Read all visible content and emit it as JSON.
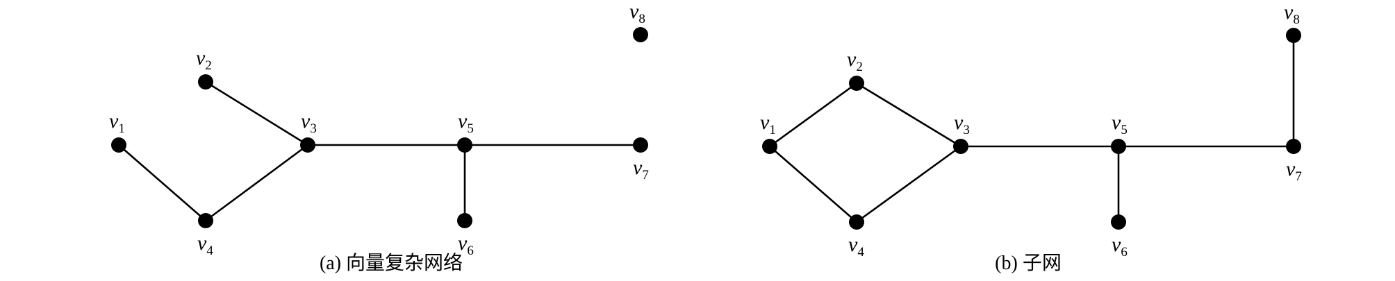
{
  "panels": [
    {
      "id": "a",
      "caption": "(a) 向量复杂网络",
      "nodes": [
        {
          "id": "v1",
          "base": "v",
          "sub": "1"
        },
        {
          "id": "v2",
          "base": "v",
          "sub": "2"
        },
        {
          "id": "v3",
          "base": "v",
          "sub": "3"
        },
        {
          "id": "v4",
          "base": "v",
          "sub": "4"
        },
        {
          "id": "v5",
          "base": "v",
          "sub": "5"
        },
        {
          "id": "v6",
          "base": "v",
          "sub": "6"
        },
        {
          "id": "v7",
          "base": "v",
          "sub": "7"
        },
        {
          "id": "v8",
          "base": "v",
          "sub": "8"
        }
      ],
      "edges": [
        [
          "v1",
          "v4"
        ],
        [
          "v4",
          "v3"
        ],
        [
          "v2",
          "v3"
        ],
        [
          "v3",
          "v5"
        ],
        [
          "v5",
          "v7"
        ],
        [
          "v5",
          "v6"
        ]
      ]
    },
    {
      "id": "b",
      "caption": "(b) 子网",
      "nodes": [
        {
          "id": "v1",
          "base": "v",
          "sub": "1"
        },
        {
          "id": "v2",
          "base": "v",
          "sub": "2"
        },
        {
          "id": "v3",
          "base": "v",
          "sub": "3"
        },
        {
          "id": "v4",
          "base": "v",
          "sub": "4"
        },
        {
          "id": "v5",
          "base": "v",
          "sub": "5"
        },
        {
          "id": "v6",
          "base": "v",
          "sub": "6"
        },
        {
          "id": "v7",
          "base": "v",
          "sub": "7"
        },
        {
          "id": "v8",
          "base": "v",
          "sub": "8"
        }
      ],
      "edges": [
        [
          "v1",
          "v2"
        ],
        [
          "v1",
          "v4"
        ],
        [
          "v2",
          "v3"
        ],
        [
          "v4",
          "v3"
        ],
        [
          "v3",
          "v5"
        ],
        [
          "v5",
          "v7"
        ],
        [
          "v5",
          "v6"
        ],
        [
          "v7",
          "v8"
        ]
      ]
    }
  ],
  "colors": {
    "ink": "#000000",
    "background": "#ffffff"
  }
}
